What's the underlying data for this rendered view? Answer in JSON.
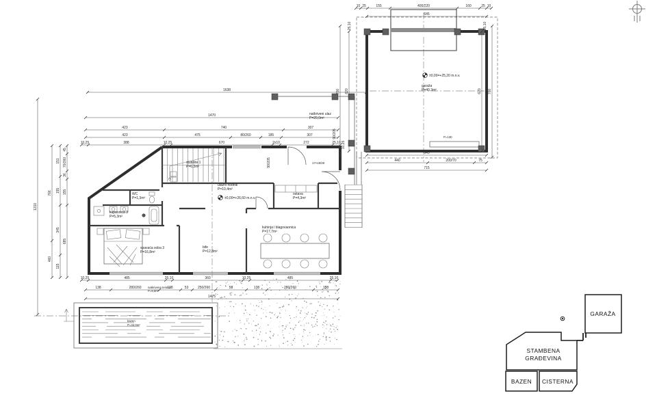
{
  "colors": {
    "ink": "#2e2e2e",
    "dim_text": "#2b2b2b",
    "light_gray": "#8a8a8a"
  },
  "icons": {
    "north_arrow": "north-arrow-icon",
    "level_marker": "level-benchmark-icon"
  },
  "rooms": {
    "stubiste": {
      "name": "stubište 1",
      "area": "P=6,3m²"
    },
    "wc": {
      "name": "WC",
      "area": "P=1,3m²"
    },
    "kupaonica": {
      "name": "kupaonica 3",
      "area": "P=5,3m²"
    },
    "spavaca": {
      "name": "spavaća soba 3",
      "area": "P=16,8m²"
    },
    "bife": {
      "name": "bife",
      "area": "P=12,8m²"
    },
    "kuhinja": {
      "name": "kuhinja i blagovaonica",
      "area": "P=17,7m²"
    },
    "ostava": {
      "name": "ostava",
      "area": "P=4,3m²"
    },
    "hodnik": {
      "name": "ulazni hodnik",
      "area": "P=10,4m²"
    },
    "natkriveni": {
      "name": "natkriveni ulaz",
      "area": "P=20,0m²"
    },
    "garaza": {
      "name": "garaža",
      "area": "P=40,3m²"
    },
    "bazen": {
      "name": "bazen",
      "area": "P=34,0m²"
    },
    "terasa": {
      "name": "natkrivena terasa",
      "area": "P=9,8m²"
    }
  },
  "levels": {
    "main": "±0,00=+26,60 m.n.v.",
    "garage": "±0,00=+25,20 m.n.v."
  },
  "annotations": {
    "stair": "17×18/28",
    "parapet": "P=130"
  },
  "dims": {
    "top_total": "1638",
    "r1": [
      "1470"
    ],
    "r2": [
      "423",
      "740",
      "307"
    ],
    "r3": [
      "423",
      "475",
      "80/260",
      "185",
      "307"
    ],
    "r4": [
      "10,25",
      "388",
      "10,25",
      "670",
      "2x10",
      "272",
      "25,10"
    ],
    "left": {
      "c1": "1210",
      "c2": [
        "766",
        "460"
      ],
      "c3": [
        "151",
        "155",
        "345",
        "115"
      ],
      "c4": [
        "45",
        "70/260",
        "36",
        "155",
        "685"
      ]
    },
    "bottom_r1": [
      "10,25",
      "485",
      "25,10",
      "360",
      "10,25",
      "485",
      "25,10"
    ],
    "bottom_r2": [
      "138",
      "280/260",
      "138",
      "53",
      "250/260",
      "58",
      "138",
      "280/260",
      "138"
    ],
    "bottom_total": "1475",
    "door_dim": "90/205",
    "right_small": "10,25",
    "garage_top_r1": [
      "10",
      "25",
      "155",
      "400/220",
      "160",
      "25",
      "10"
    ],
    "garage_top_total": "645",
    "garage_bottom_r1": "645",
    "garage_bottom_r2": [
      "440",
      "200/70",
      "75"
    ],
    "garage_bottom_total": "715",
    "garage_side_inner": "620",
    "garage_side_outer": "700",
    "garage_side_small": "25,10"
  },
  "site_legend": {
    "garaza": "GARAŽA",
    "stambena_1": "STAMBENA",
    "stambena_2": "GRAĐEVINA",
    "bazen": "BAZEN",
    "cisterna": "CISTERNA"
  }
}
